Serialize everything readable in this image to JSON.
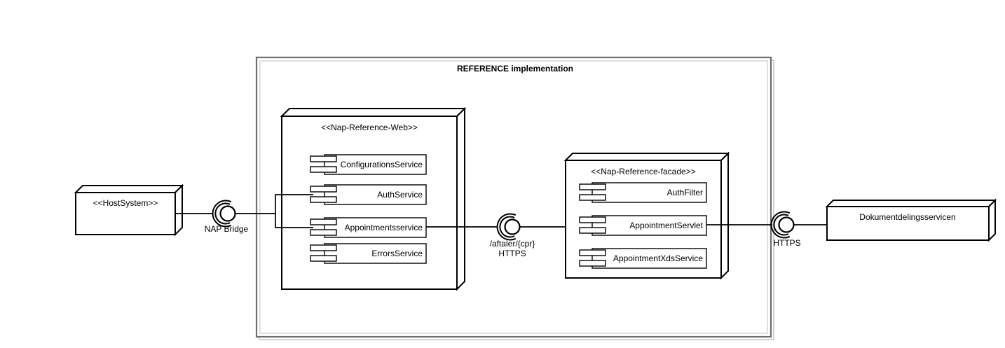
{
  "boundary": {
    "title": "REFERENCE implementation"
  },
  "nodes": {
    "host_system": {
      "stereotype": "<<HostSystem>>"
    },
    "nap_reference_web": {
      "stereotype": "<<Nap-Reference-Web>>",
      "components": [
        {
          "label": "ConfigurationsService"
        },
        {
          "label": "AuthService"
        },
        {
          "label": "Appointmentsservice"
        },
        {
          "label": "ErrorsService"
        }
      ]
    },
    "nap_reference_facade": {
      "stereotype": "<<Nap-Reference-facade>>",
      "components": [
        {
          "label": "AuthFilter"
        },
        {
          "label": "AppointmentServlet"
        },
        {
          "label": "AppointmentXdsService"
        }
      ]
    },
    "dokumentdelingsservicen": {
      "label": "Dokumentdelingsservicen"
    }
  },
  "interfaces": {
    "nap_bridge": {
      "label": "NAP Bridge"
    },
    "aftaler_cpr": {
      "path": "/aftaler/{cpr}",
      "protocol": "HTTPS"
    },
    "https": {
      "label": "HTTPS"
    }
  },
  "colors": {
    "line": "#000000",
    "background": "#ffffff",
    "boundary_outer": "#6f6f6f",
    "boundary_inner": "#d8d8d8",
    "boundary_shadow": "#d2d2d2",
    "muted_component": "#878787"
  }
}
